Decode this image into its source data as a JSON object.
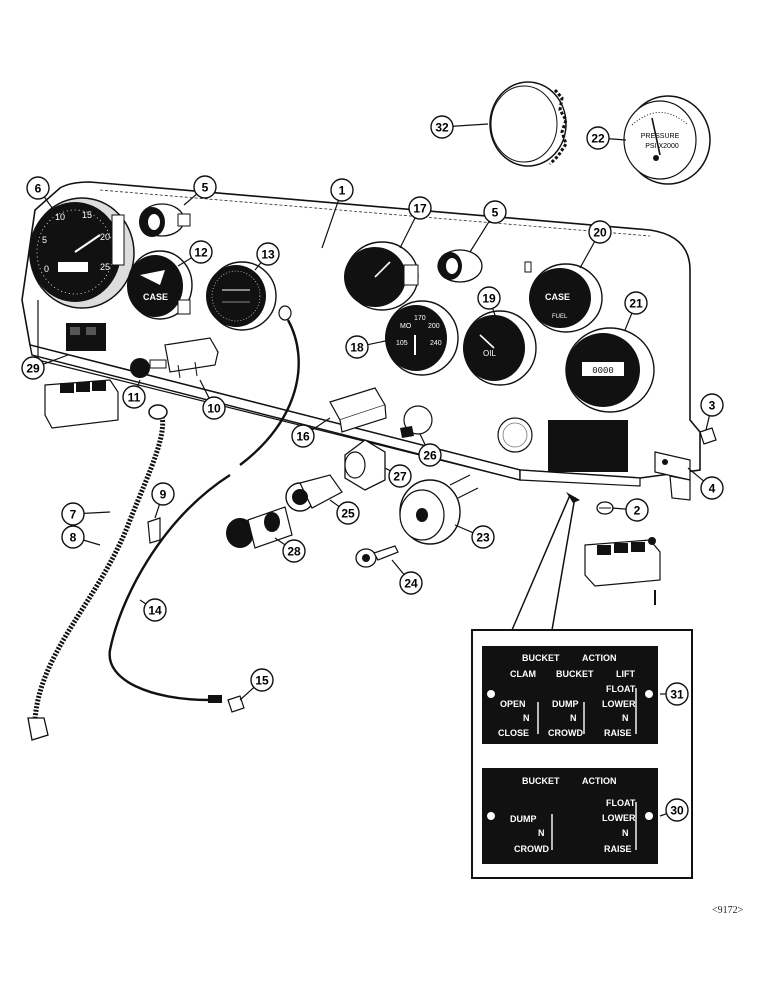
{
  "callouts": [
    "1",
    "2",
    "3",
    "4",
    "5",
    "5",
    "6",
    "7",
    "8",
    "9",
    "10",
    "11",
    "12",
    "13",
    "14",
    "15",
    "16",
    "17",
    "18",
    "19",
    "20",
    "21",
    "22",
    "23",
    "24",
    "25",
    "26",
    "27",
    "28",
    "29",
    "30",
    "31",
    "32"
  ],
  "gauge_faces": {
    "fuel": "CASE",
    "fuel_sub": "FUEL",
    "pressure": "PRESSURE",
    "pressure_sub": "PSI X2000",
    "gauge20": "CASE",
    "gauge20_sub": "FUEL",
    "oil": "OIL",
    "temp_labels": [
      "MO",
      "170",
      "200",
      "105",
      "240"
    ],
    "hourmeter": "0000"
  },
  "plate_31": {
    "row1": [
      "BUCKET",
      "ACTION"
    ],
    "row2": [
      "CLAM",
      "BUCKET",
      "LIFT"
    ],
    "col1": [
      "OPEN",
      "N",
      "CLOSE"
    ],
    "col2": [
      "DUMP",
      "N",
      "CROWD"
    ],
    "col3": [
      "FLOAT",
      "LOWER",
      "N",
      "RAISE"
    ]
  },
  "plate_30": {
    "row1": [
      "BUCKET",
      "ACTION"
    ],
    "col2": [
      "DUMP",
      "N",
      "CROWD"
    ],
    "col3": [
      "FLOAT",
      "LOWER",
      "N",
      "RAISE"
    ]
  },
  "figure_code": "<9172>"
}
